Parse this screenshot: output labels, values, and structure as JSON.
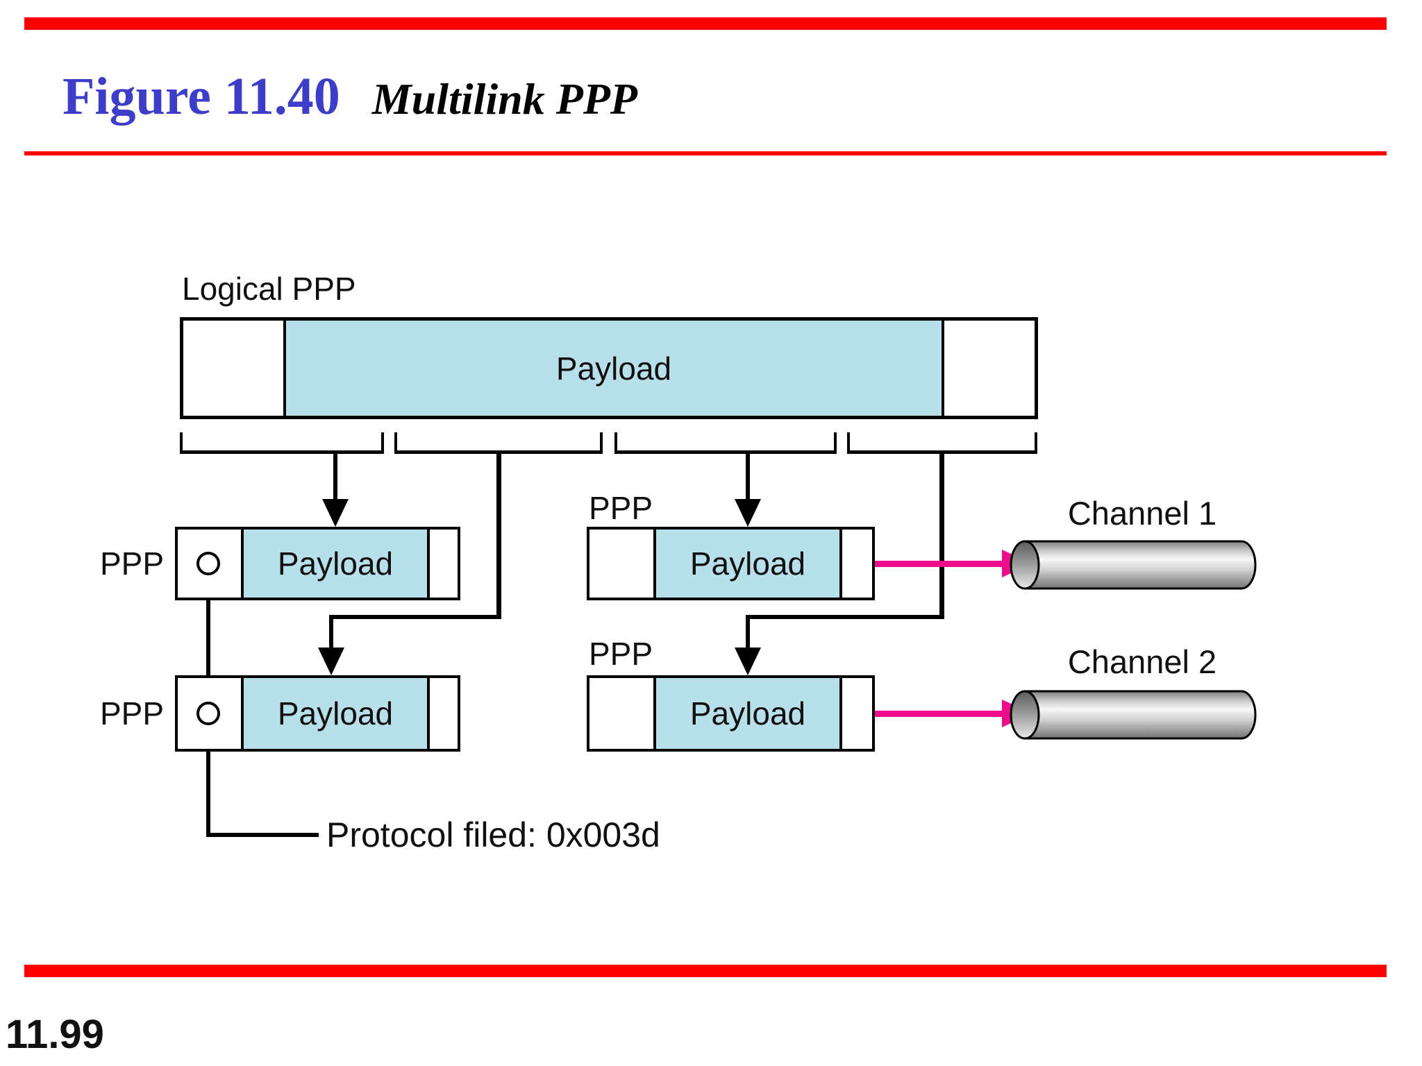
{
  "header": {
    "figure_label": "Figure 11.40",
    "figure_title": "Multilink PPP"
  },
  "diagram": {
    "logical_frame": {
      "label": "Logical PPP",
      "payload": "Payload"
    },
    "frames": [
      {
        "position": "left-top",
        "ppp_label": "PPP",
        "payload": "Payload",
        "has_protocol_circle": true
      },
      {
        "position": "left-bottom",
        "ppp_label": "PPP",
        "payload": "Payload",
        "has_protocol_circle": true
      },
      {
        "position": "right-top",
        "ppp_label": "PPP",
        "payload": "Payload",
        "has_protocol_circle": false
      },
      {
        "position": "right-bottom",
        "ppp_label": "PPP",
        "payload": "Payload",
        "has_protocol_circle": false
      }
    ],
    "protocol_note": "Protocol filed: 0x003d",
    "channels": [
      {
        "label": "Channel 1"
      },
      {
        "label": "Channel 2"
      }
    ],
    "colors": {
      "payload_fill": "#b8e0eb",
      "channel_arrow_pink": "#ec0c8c",
      "accent_red": "#fe0000",
      "figure_number_blue": "#3d3dc9"
    }
  },
  "footer": {
    "page_number": "11.99"
  }
}
